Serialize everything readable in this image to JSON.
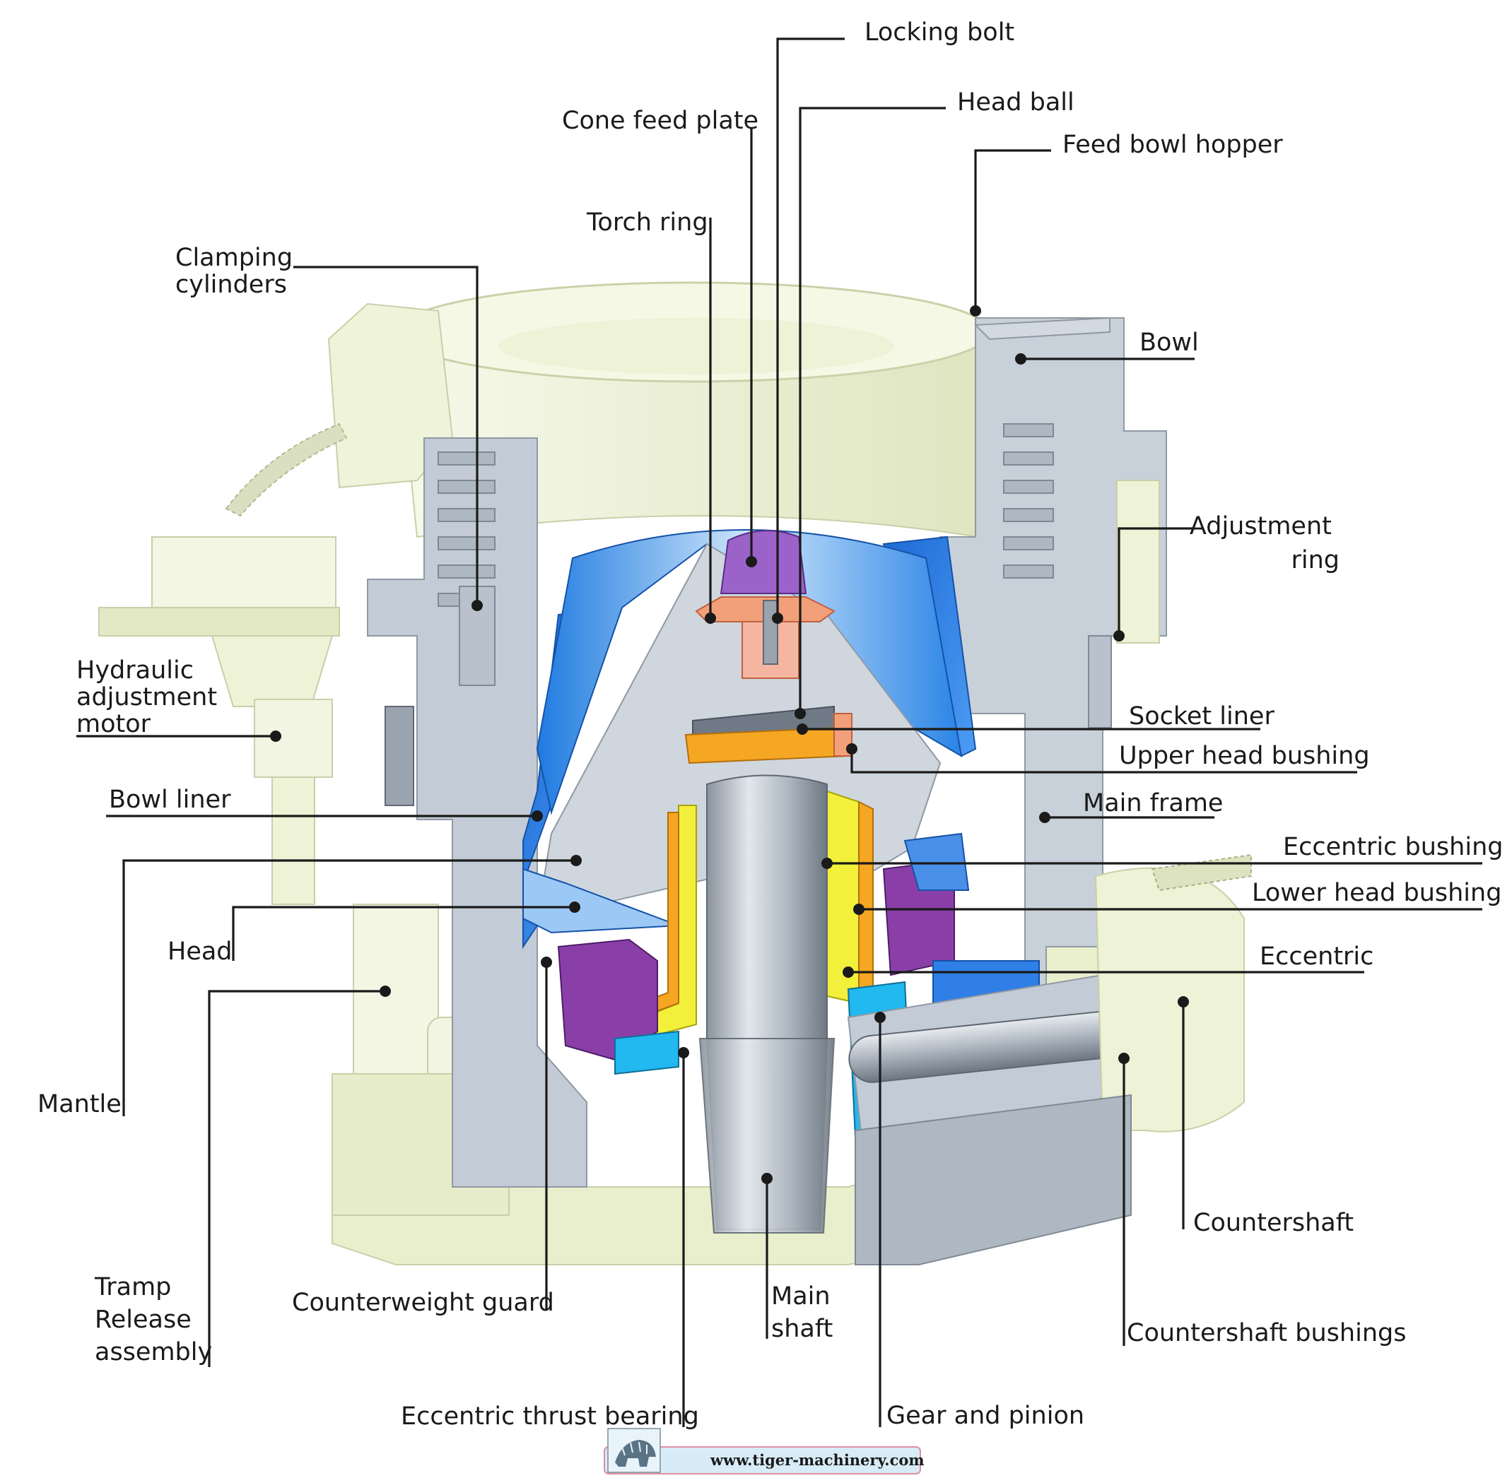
{
  "diagram": {
    "labels": {
      "locking_bolt": "Locking bolt",
      "head_ball": "Head ball",
      "cone_feed_plate": "Cone feed plate",
      "feed_bowl_hopper": "Feed bowl hopper",
      "torch_ring": "Torch ring",
      "clamping_cylinders": [
        "Clamping",
        "cylinders"
      ],
      "bowl": "Bowl",
      "adjustment_ring": [
        "Adjustment",
        "ring"
      ],
      "hydraulic_adjustment_motor": [
        "Hydraulic",
        "adjustment",
        "motor"
      ],
      "socket_liner": "Socket liner",
      "upper_head_bushing": "Upper head bushing",
      "bowl_liner": "Bowl liner",
      "main_frame": "Main frame",
      "eccentric_bushing": "Eccentric bushing",
      "lower_head_bushing": "Lower head bushing",
      "head": "Head",
      "eccentric": "Eccentric",
      "mantle": "Mantle",
      "countershaft": "Countershaft",
      "tramp_release_assembly": [
        "Tramp",
        "Release",
        "assembly"
      ],
      "counterweight_guard": "Counterweight guard",
      "main_shaft": [
        "Main",
        "shaft"
      ],
      "countershaft_bushings": "Countershaft bushings",
      "eccentric_thrust_bearing": "Eccentric thrust bearing",
      "gear_and_pinion": "Gear and pinion"
    },
    "watermark": {
      "url": "www.tiger-machinery.com",
      "logo": "tiger-logo"
    },
    "colors": {
      "liner_blue": "#2f7fe6",
      "frame_grey": "#c3ccd6",
      "ivory": "#eef2d6",
      "bushing_yellow": "#f2f03a",
      "bushing_orange": "#f5a623",
      "purple": "#8a3fa8",
      "cyan": "#22b8f0",
      "salmon": "#f2a07a"
    }
  }
}
